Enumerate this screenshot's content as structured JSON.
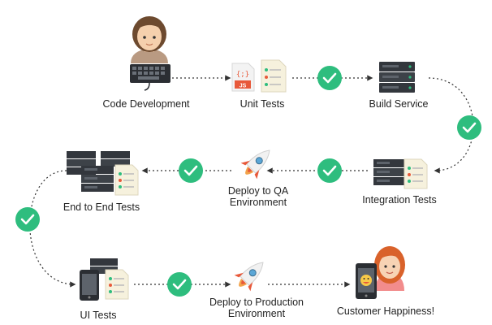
{
  "steps": {
    "code_development": "Code Development",
    "unit_tests": "Unit Tests",
    "build_service": "Build Service",
    "integration_tests": "Integration Tests",
    "deploy_qa": "Deploy to QA Environment",
    "end_to_end_tests": "End to End Tests",
    "ui_tests": "UI Tests",
    "deploy_production": "Deploy to Production Environment",
    "customer_happiness": "Customer Happiness!"
  },
  "icons": {
    "check": "check-circle-icon",
    "developer": "developer-avatar-icon",
    "keyboard": "keyboard-icon",
    "code": "code-file-icon",
    "server": "server-icon",
    "rocket": "rocket-icon",
    "phone": "smartphone-icon",
    "customer": "customer-avatar-icon"
  },
  "badges": {
    "js": "JS",
    "code_braces": "{;}"
  },
  "colors": {
    "check_green": "#2ebd7e",
    "server_dark": "#33373d",
    "server_light": "#5d636b",
    "rocket_red": "#e8593a",
    "rocket_orange": "#f2a34b",
    "connector": "#333333"
  }
}
